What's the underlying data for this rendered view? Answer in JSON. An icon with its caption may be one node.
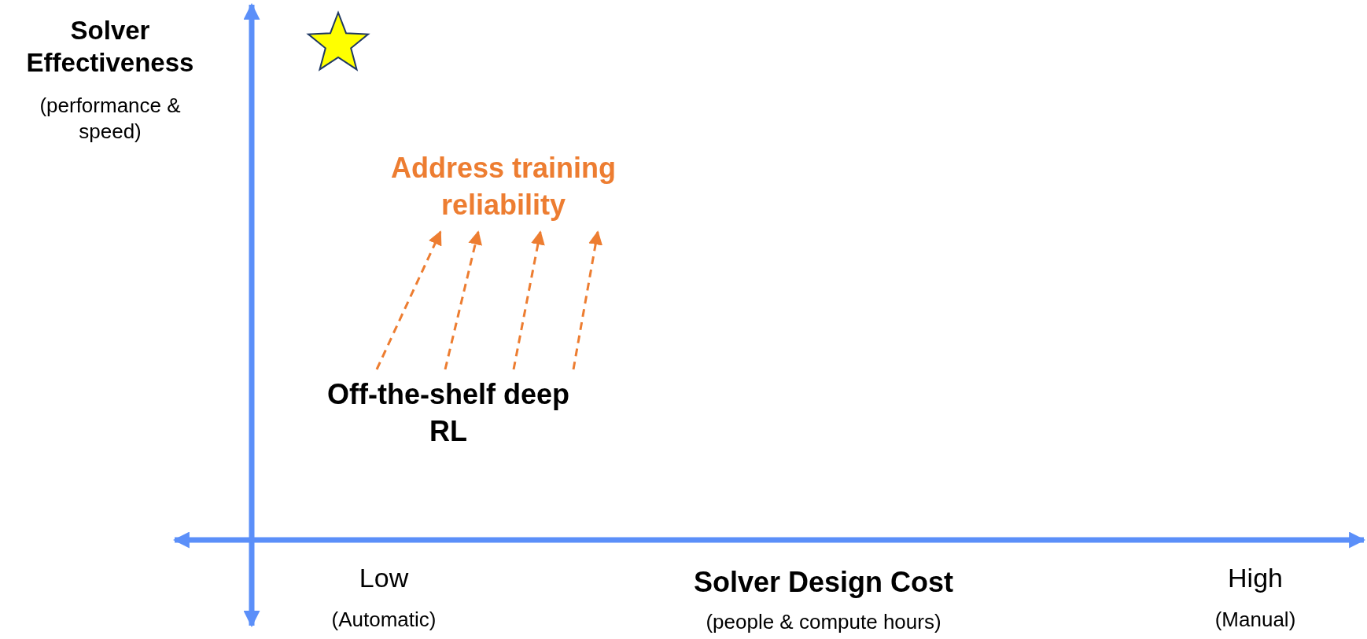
{
  "diagram": {
    "nodes": [
      {
        "text": [
          "Off-the-shelf deep RL"
        ]
      },
      {
        "text": [
          "Address training reliability"
        ]
      }
    ],
    "edges": [
      {
        "from": 0,
        "to": 1,
        "arrow": "to",
        "style": "dashed"
      },
      {
        "from": 0,
        "to": 1,
        "arrow": "to",
        "style": "dashed"
      },
      {
        "from": 0,
        "to": 1,
        "arrow": "to",
        "style": "dashed"
      },
      {
        "from": 0,
        "to": 1,
        "arrow": "to",
        "style": "dashed"
      }
    ],
    "labels": [
      "Solver Effectiveness",
      "(performance & speed)",
      "Low",
      "(Automatic)",
      "Solver Design Cost",
      "(people & compute hours)",
      "High",
      "(Manual)"
    ]
  }
}
